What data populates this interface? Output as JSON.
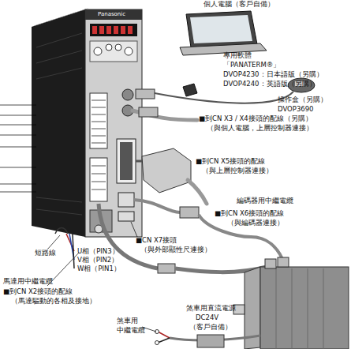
{
  "diagram": {
    "labels": [
      "個人電腦（客戶自備）",
      "專用軟體",
      "「PANATERM®」",
      "DVOP4230：日本語版（另購）",
      "DVOP4240：英語版（另購）",
      "操作盒（另購）",
      "DVOP3690",
      "■到CN X3 / X4接頭的配線（另購）",
      "（與個人電腦，上層控制器連接）",
      "■到CN X5接頭的配線",
      "（與上層控制器連接）",
      "編碼器用中繼電纜",
      "■到CN X6接頭的配線",
      "（與編碼器連接）",
      "■CN X7接頭",
      "（與外部顯性尺連接）",
      "短路線",
      "U相（PIN3）",
      "V相（PIN2）",
      "W相（PIN1）",
      "馬達用中繼電纜",
      "■到CN X2接頭的配線",
      "（馬達驅動的各相及接地）",
      "煞車用直流電源",
      "DC24V",
      "（客戶自備）",
      "煞車用",
      "中繼電纜",
      "Panasonic"
    ]
  }
}
